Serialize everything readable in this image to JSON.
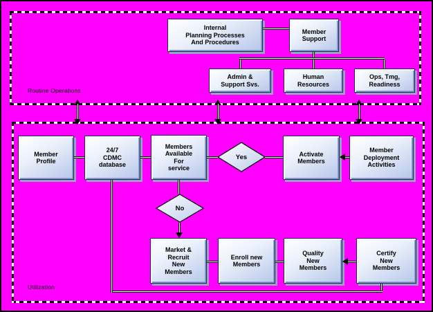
{
  "colors": {
    "background": "#ff00ff",
    "box_fill_top": "#ffffff",
    "box_fill_bottom": "#b7c7ea",
    "box_outline": "#23255e",
    "box_shadow": "#99a2c2",
    "line": "#000000",
    "dash_white": "#ffffff",
    "text": "#000000"
  },
  "regions": {
    "routine_operations": {
      "label": "Routine Operations"
    },
    "utilization": {
      "label": "Utilization"
    }
  },
  "nodes": {
    "internal_planning": {
      "label": "Internal\nPlanning Processes\nAnd Procedures"
    },
    "member_support": {
      "label": "Member\nSupport"
    },
    "admin_support": {
      "label": "Admin &\nSupport Svs."
    },
    "human_resources": {
      "label": "Human\nResources"
    },
    "ops_tmg_readiness": {
      "label": "Ops, Tmg,\nReadiness"
    },
    "member_profile": {
      "label": "Member\nProfile"
    },
    "cdmc_database": {
      "label": "24/7\nCDMC\ndatabase"
    },
    "members_available": {
      "label": "Members\nAvailable\nFor\nservice"
    },
    "yes_decision": {
      "label": "Yes"
    },
    "no_decision": {
      "label": "No"
    },
    "activate_members": {
      "label": "Activate\nMembers"
    },
    "member_deployment": {
      "label": "Member\nDeployment\nActivities"
    },
    "market_recruit": {
      "label": "Market &\nRecruit\nNew\nMembers"
    },
    "enroll_new": {
      "label": "Enroll new\nMembers"
    },
    "quality_new": {
      "label": "Quality\nNew\nMembers"
    },
    "certify_new": {
      "label": "Certify\nNew\nMembers"
    }
  },
  "edges": [
    {
      "from": "internal_planning",
      "to": "member_support",
      "arrow": "none"
    },
    {
      "from": "member_support",
      "to": "admin_support",
      "arrow": "none"
    },
    {
      "from": "member_support",
      "to": "human_resources",
      "arrow": "none"
    },
    {
      "from": "member_support",
      "to": "ops_tmg_readiness",
      "arrow": "none"
    },
    {
      "from": "routine_operations",
      "to": "utilization",
      "arrow": "both",
      "note": "three double-headed arrows between regions"
    },
    {
      "from": "member_profile",
      "to": "cdmc_database",
      "arrow": "none"
    },
    {
      "from": "cdmc_database",
      "to": "members_available",
      "arrow": "none"
    },
    {
      "from": "members_available",
      "to": "yes_decision",
      "arrow": "none"
    },
    {
      "from": "yes_decision",
      "to": "activate_members",
      "arrow": "none"
    },
    {
      "from": "member_deployment",
      "to": "activate_members",
      "arrow": "left-into-activate"
    },
    {
      "from": "members_available",
      "to": "no_decision",
      "arrow": "none"
    },
    {
      "from": "no_decision",
      "to": "market_recruit",
      "arrow": "down"
    },
    {
      "from": "market_recruit",
      "to": "enroll_new",
      "arrow": "none"
    },
    {
      "from": "enroll_new",
      "to": "quality_new",
      "arrow": "none"
    },
    {
      "from": "certify_new",
      "to": "quality_new",
      "arrow": "left-into-quality"
    },
    {
      "from": "certify_new",
      "to": "cdmc_database",
      "arrow": "none",
      "note": "bottom loop line"
    }
  ]
}
